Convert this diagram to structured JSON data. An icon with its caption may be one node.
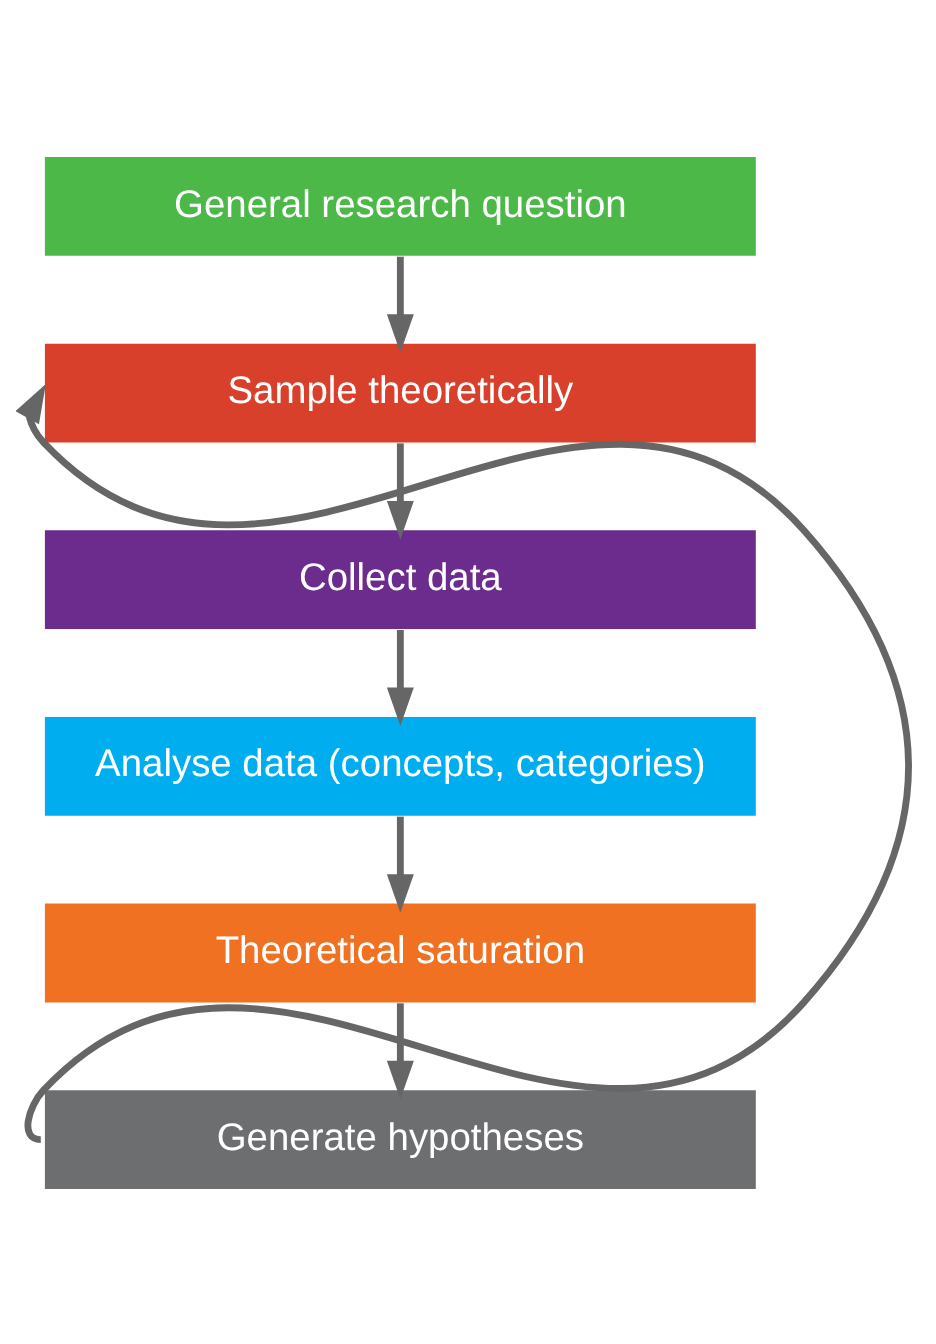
{
  "diagram": {
    "nodes": [
      {
        "text": [
          "General research question"
        ]
      },
      {
        "text": [
          "Sample theoretically"
        ]
      },
      {
        "text": [
          "Collect data"
        ]
      },
      {
        "text": [
          "Analyse data (concepts, categories)"
        ]
      },
      {
        "text": [
          "Theoretical saturation"
        ]
      },
      {
        "text": [
          "Generate hypotheses"
        ]
      }
    ],
    "edges": [
      {
        "from": 0,
        "to": 1,
        "arrow": "to"
      },
      {
        "from": 1,
        "to": 2,
        "arrow": "to"
      },
      {
        "from": 2,
        "to": 3,
        "arrow": "to"
      },
      {
        "from": 3,
        "to": 4,
        "arrow": "to"
      },
      {
        "from": 4,
        "to": 5,
        "arrow": "to"
      },
      {
        "from": 5,
        "to": 1,
        "arrow": "to"
      }
    ]
  }
}
